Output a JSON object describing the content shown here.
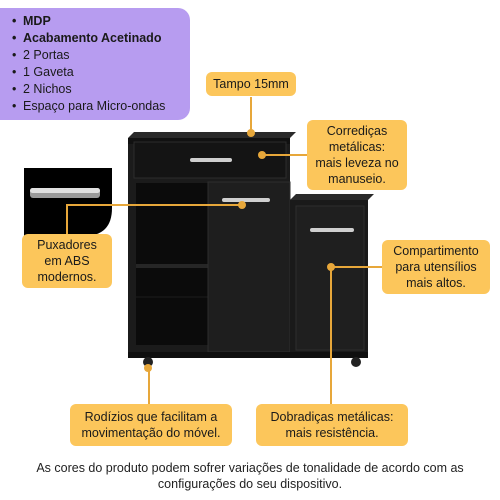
{
  "specs": [
    {
      "text": "MDP",
      "bold": true
    },
    {
      "text": "Acabamento Acetinado",
      "bold": true
    },
    {
      "text": "2 Portas",
      "bold": false
    },
    {
      "text": "1 Gaveta",
      "bold": false
    },
    {
      "text": "2 Nichos",
      "bold": false
    },
    {
      "text": "Espaço para Micro-ondas",
      "bold": false
    }
  ],
  "callouts": {
    "tampo": "Tampo 15mm",
    "corredicas_l1": "Corrediças",
    "corredicas_l2": "metálicas:",
    "corredicas_l3": "mais leveza no",
    "corredicas_l4": "manuseio.",
    "puxadores_l1": "Puxadores",
    "puxadores_l2": "em ABS",
    "puxadores_l3": "modernos.",
    "compartimento_l1": "Compartimento",
    "compartimento_l2": "para utensílios",
    "compartimento_l3": "mais altos.",
    "rodizios_l1": "Rodízios que facilitam a",
    "rodizios_l2": "movimentação do móvel.",
    "dobradicas_l1": "Dobradiças metálicas:",
    "dobradicas_l2": "mais resistência."
  },
  "footnote_l1": "As cores do produto podem sofrer variações de tonalidade de acordo com as",
  "footnote_l2": "configurações do seu dispositivo.",
  "colors": {
    "accent": "#fcc65b",
    "spec_bg": "#b79cf0",
    "cabinet": "#1b1b1b",
    "line": "#e7a73a"
  }
}
